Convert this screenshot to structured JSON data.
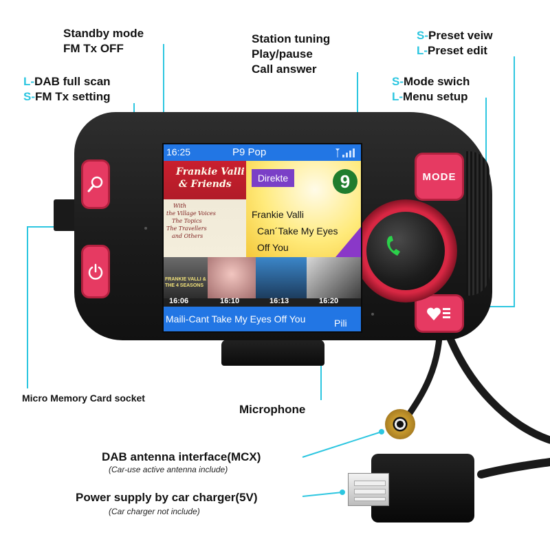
{
  "callouts": {
    "standby_line1": "Standby mode",
    "standby_line2": "FM Tx OFF",
    "dab_key": "L-",
    "dab_text": "DAB full scan",
    "fmtx_key": "S-",
    "fmtx_text": "FM Tx setting",
    "tuning_line1": "Station tuning",
    "tuning_line2": "Play/pause",
    "tuning_line3": "Call answer",
    "preset_view_key": "S-",
    "preset_view_text": "Preset veiw",
    "preset_edit_key": "L-",
    "preset_edit_text": "Preset edit",
    "mode_switch_key": "S-",
    "mode_switch_text": "Mode swich",
    "menu_key": "L-",
    "menu_text": "Menu setup",
    "card_socket": "Micro Memory Card socket",
    "microphone": "Microphone",
    "antenna": "DAB antenna interface(MCX)",
    "antenna_note": "(Car-use active antenna include)",
    "power": "Power supply by car charger(5V)",
    "power_note": "(Car charger not include)"
  },
  "device": {
    "mode_button_label": "MODE"
  },
  "screen": {
    "time": "16:25",
    "station": "P9 Pop",
    "album_title_1": "Frankie Valli",
    "album_title_2": "& Friends",
    "album_small_1": "With",
    "album_small_2": "the Village Voices",
    "album_small_3": "The Topics",
    "album_small_4": "The Travellers",
    "album_small_5": "and Others",
    "badge": "Direkte",
    "channel_number": "9",
    "now_artist": "Frankie Valli",
    "now_title_1": "Can´Take My Eyes",
    "now_title_2": "Off You",
    "thumb_album_1": "FRANKIE VALLI &",
    "thumb_album_2": "THE 4 SEASONS",
    "thumb_times": [
      "16:06",
      "16:10",
      "16:13",
      "16:20"
    ],
    "scroll_text": "Maili-Cant Take My Eyes Off You",
    "scroll_artist": "Pili"
  },
  "colors": {
    "accent_cyan": "#2cc6e0",
    "button_pink": "#e63a62",
    "screen_blue": "#2276e4"
  },
  "icons": [
    "search-icon",
    "power-icon",
    "phone-icon",
    "heart-list-icon",
    "signal-icon"
  ]
}
